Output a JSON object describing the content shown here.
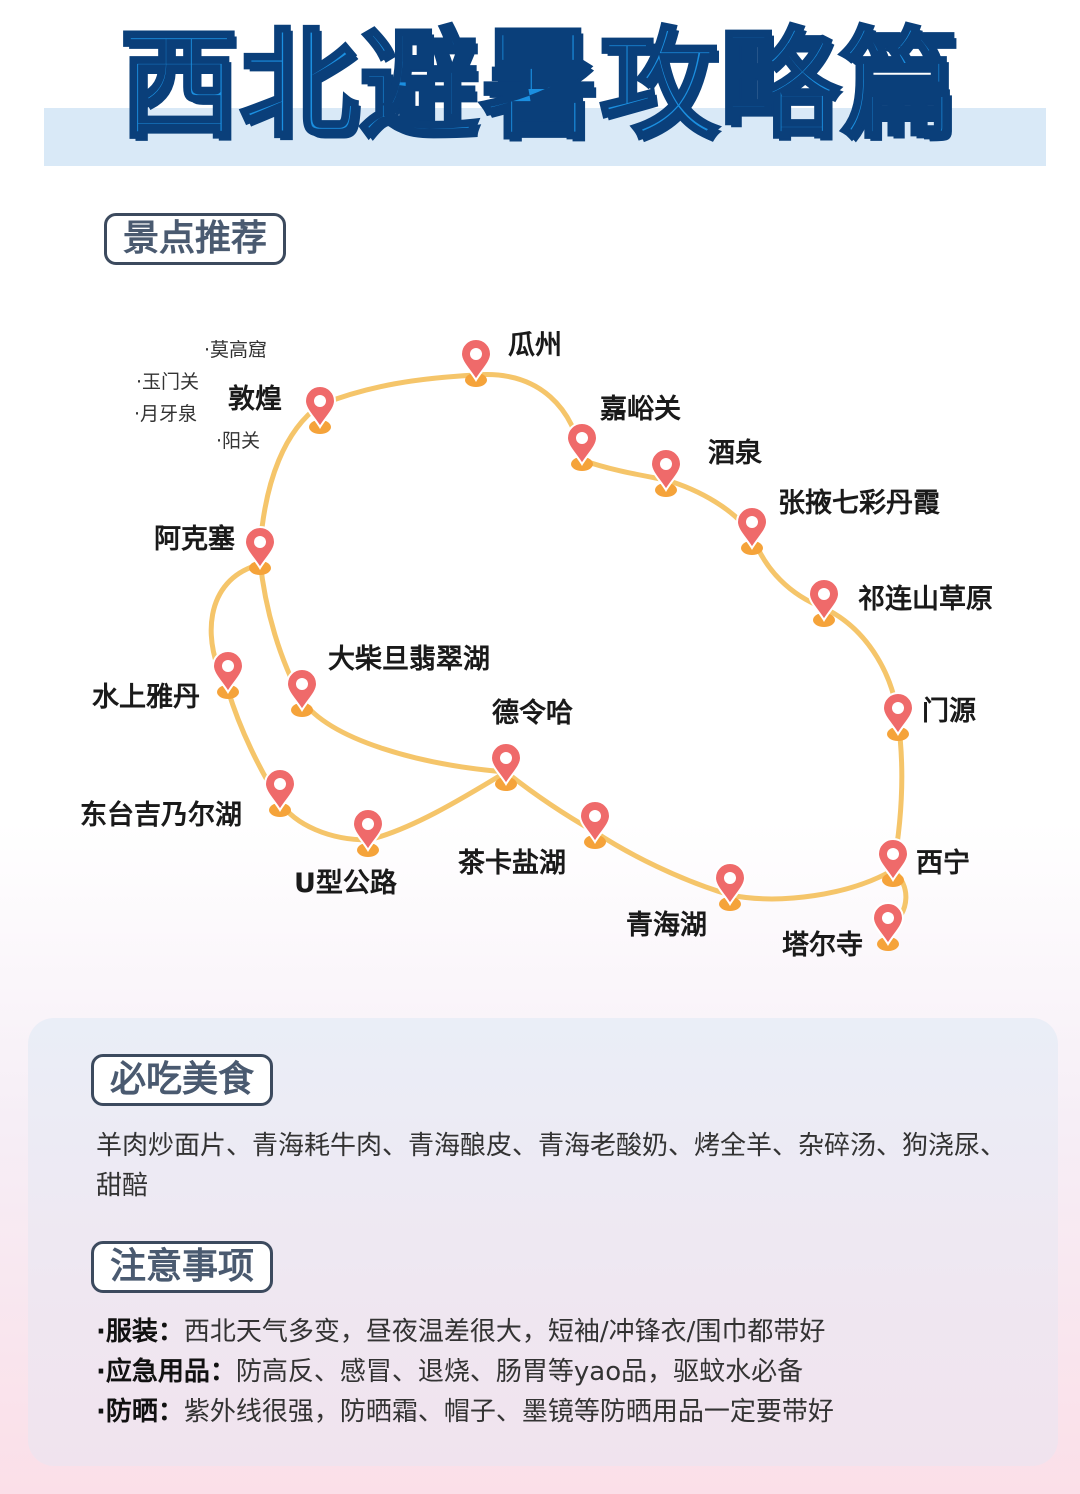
{
  "title": "西北避暑攻略篇",
  "sections": {
    "spots": "景点推荐",
    "food": "必吃美食",
    "notes": "注意事项"
  },
  "map": {
    "places": [
      {
        "name": "敦煌"
      },
      {
        "name": "瓜州"
      },
      {
        "name": "嘉峪关"
      },
      {
        "name": "酒泉"
      },
      {
        "name": "张掖七彩丹霞"
      },
      {
        "name": "祁连山草原"
      },
      {
        "name": "门源"
      },
      {
        "name": "西宁"
      },
      {
        "name": "塔尔寺"
      },
      {
        "name": "青海湖"
      },
      {
        "name": "茶卡盐湖"
      },
      {
        "name": "德令哈"
      },
      {
        "name": "U型公路"
      },
      {
        "name": "东台吉乃尔湖"
      },
      {
        "name": "水上雅丹"
      },
      {
        "name": "阿克塞"
      },
      {
        "name": "大柴旦翡翠湖"
      }
    ],
    "dunhuang_spots": [
      "·莫高窟",
      "·玉门关",
      "·月牙泉",
      "·阳关"
    ]
  },
  "food_text": "羊肉炒面片、青海耗牛肉、青海酿皮、青海老酸奶、烤全羊、杂碎汤、狗浇尿、甜醅",
  "notes": [
    {
      "label": "·服装：",
      "text": "西北天气多变，昼夜温差很大，短袖/冲锋衣/围巾都带好"
    },
    {
      "label": "·应急用品：",
      "text": "防高反、感冒、退烧、肠胃等yao品，驱蚊水必备"
    },
    {
      "label": "·防晒：",
      "text": "紫外线很强，防晒霜、帽子、墨镜等防晒用品一定要带好"
    }
  ],
  "colors": {
    "title": "#1b8fe0",
    "title_outline": "#0a3f7a",
    "route": "#f5c56a",
    "pin": "#ef6a6a",
    "pin_base": "#f5a33a"
  }
}
